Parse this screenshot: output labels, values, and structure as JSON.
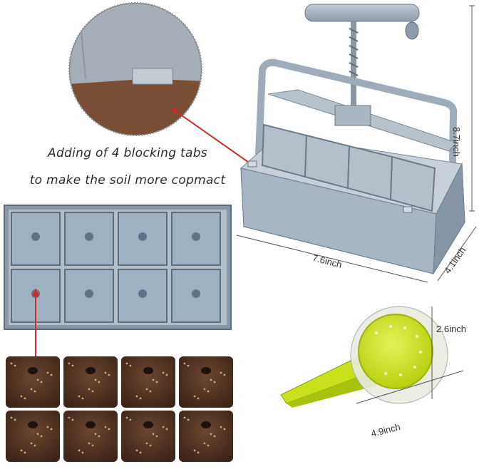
{
  "callout": {
    "line1": "Adding of 4 blocking tabs",
    "line2": "to make the soil more copmact"
  },
  "dimensions": {
    "height": "8.7inch",
    "width": "7.6inch",
    "depth": "4.1inch",
    "dispenser_diameter": "2.6inch",
    "dispenser_length": "4.9inch"
  },
  "colors": {
    "metal": "#a9b6c4",
    "metal_dark": "#6e7d8c",
    "soil": "#5a3a26",
    "dispenser": "#c9e11a",
    "arrow": "#d42a2a"
  }
}
